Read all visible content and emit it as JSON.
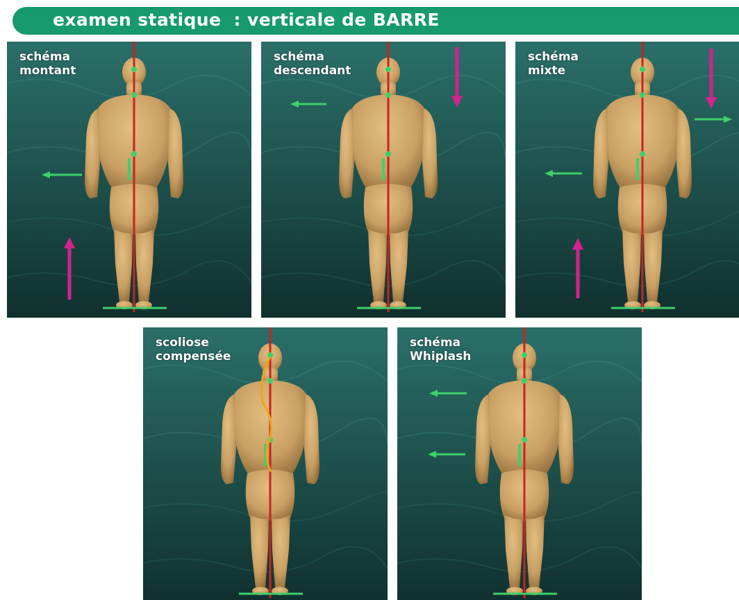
{
  "header": {
    "title": "examen statique  : verticale de BARRE",
    "color": "#169a6e"
  },
  "colors": {
    "plumb_line": "#c8241f",
    "marker": "#3dd16a",
    "arrow_vertical": "#d1238f",
    "arrow_horizontal": "#3dd16a",
    "curve": "#f0a21e",
    "background_top": "#2b6f69",
    "background_bottom": "#10302e",
    "skin": "#c9a064"
  },
  "panels": [
    {
      "id": "montant",
      "label_line1": "schéma",
      "label_line2": "montant",
      "arrows": [
        "up-bottom-left",
        "left-pelvis"
      ],
      "curve": false
    },
    {
      "id": "descendant",
      "label_line1": "schéma",
      "label_line2": "descendant",
      "arrows": [
        "down-top-right",
        "left-shoulder"
      ],
      "curve": false
    },
    {
      "id": "mixte",
      "label_line1": "schéma",
      "label_line2": "mixte",
      "arrows": [
        "down-top-right",
        "right-shoulder",
        "left-pelvis",
        "up-bottom-left"
      ],
      "curve": false
    },
    {
      "id": "scoliose",
      "label_line1": "scoliose",
      "label_line2": "compensée",
      "arrows": [],
      "curve": true
    },
    {
      "id": "whiplash",
      "label_line1": "schéma",
      "label_line2": "Whiplash",
      "arrows": [
        "left-shoulder",
        "left-pelvis"
      ],
      "curve": false
    }
  ]
}
